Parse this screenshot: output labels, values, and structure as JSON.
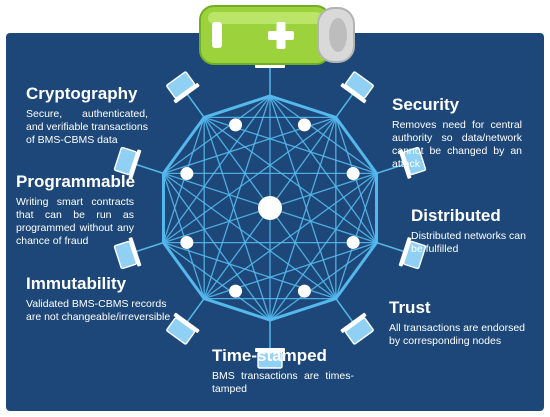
{
  "colors": {
    "panel": "#1d4778",
    "line": "#55b8ec",
    "laptop": "#8fd0f4",
    "battery_body": "#9cd33c",
    "battery_cap": "#d9d9d9"
  },
  "battery": {
    "icon": "battery-charging-icon",
    "minus_symbol": "−",
    "plus_symbol": "+"
  },
  "features": {
    "cryptography": {
      "title": "Cryptography",
      "text": "Secure, authenticated, and verifiable transactions of BMS-CBMS data"
    },
    "security": {
      "title": "Security",
      "text": "Removes need for central authority so data/network cannot be changed by an attack"
    },
    "programmable": {
      "title": "Programmable",
      "text": "Writing smart contracts that can be run as programmed without any chance of fraud"
    },
    "distributed": {
      "title": "Distributed",
      "text": "Distributed networks can be fulfilled"
    },
    "immutability": {
      "title": "Immutability",
      "text": "Validated BMS-CBMS records are not changeable/irreversible"
    },
    "trust": {
      "title": "Trust",
      "text": "All transactions are endorsed by corresponding nodes"
    },
    "time_stamped": {
      "title": "Time-stamped",
      "text": "BMS transactions are times-tamped"
    }
  },
  "network": {
    "outer_nodes": 10,
    "inner_nodes": 8,
    "center_node": 1,
    "laptops": 10,
    "laptop_icon": "laptop-icon"
  }
}
